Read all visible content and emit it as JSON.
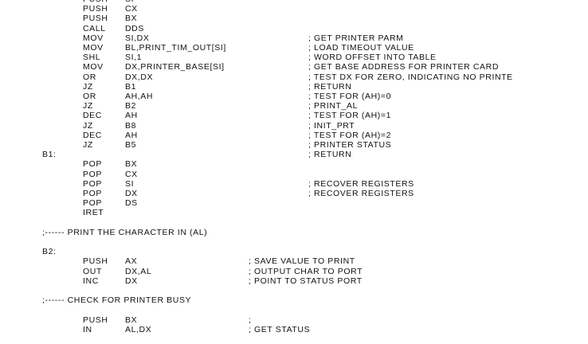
{
  "lines": [
    {
      "type": "ins",
      "op": "PUSH",
      "arg": "SI",
      "cmt": ""
    },
    {
      "type": "ins",
      "op": "PUSH",
      "arg": "CX",
      "cmt": ""
    },
    {
      "type": "ins",
      "op": "PUSH",
      "arg": "BX",
      "cmt": ""
    },
    {
      "type": "ins",
      "op": "CALL",
      "arg": "DDS",
      "cmt": ""
    },
    {
      "type": "ins",
      "op": "MOV",
      "arg": "SI,DX",
      "cmt": "; GET PRINTER PARM"
    },
    {
      "type": "ins",
      "op": "MOV",
      "arg": "BL,PRINT_TIM_OUT[SI]",
      "cmt": "; LOAD TIMEOUT VALUE"
    },
    {
      "type": "ins",
      "op": "SHL",
      "arg": "SI,1",
      "cmt": "; WORD OFFSET INTO TABLE"
    },
    {
      "type": "ins",
      "op": "MOV",
      "arg": "DX,PRINTER_BASE[SI]",
      "cmt": "; GET BASE ADDRESS FOR PRINTER CARD"
    },
    {
      "type": "ins",
      "op": "OR",
      "arg": "DX,DX",
      "cmt": "; TEST DX FOR ZERO, INDICATING NO PRINTE"
    },
    {
      "type": "ins",
      "op": "JZ",
      "arg": "B1",
      "cmt": "; RETURN"
    },
    {
      "type": "ins",
      "op": "OR",
      "arg": "AH,AH",
      "cmt": "; TEST FOR (AH)=0"
    },
    {
      "type": "ins",
      "op": "JZ",
      "arg": "B2",
      "cmt": "; PRINT_AL"
    },
    {
      "type": "ins",
      "op": "DEC",
      "arg": "AH",
      "cmt": "; TEST FOR (AH)=1"
    },
    {
      "type": "ins",
      "op": "JZ",
      "arg": "B8",
      "cmt": "; INIT_PRT"
    },
    {
      "type": "ins",
      "op": "DEC",
      "arg": "AH",
      "cmt": "; TEST FOR (AH)=2"
    },
    {
      "type": "ins",
      "op": "JZ",
      "arg": "B5",
      "cmt": "; PRINTER STATUS"
    },
    {
      "type": "label",
      "lbl": "B1:",
      "cmt": "; RETURN"
    },
    {
      "type": "ins",
      "op": "POP",
      "arg": "BX",
      "cmt": ""
    },
    {
      "type": "ins",
      "op": "POP",
      "arg": "CX",
      "cmt": ""
    },
    {
      "type": "ins",
      "op": "POP",
      "arg": "SI",
      "cmt": "; RECOVER REGISTERS"
    },
    {
      "type": "ins",
      "op": "POP",
      "arg": "DX",
      "cmt": "; RECOVER REGISTERS"
    },
    {
      "type": "ins",
      "op": "POP",
      "arg": "DS",
      "cmt": ""
    },
    {
      "type": "ins",
      "op": "IRET",
      "arg": "",
      "cmt": ""
    },
    {
      "type": "blank"
    },
    {
      "type": "full",
      "text": ";------ PRINT THE CHARACTER IN (AL)"
    },
    {
      "type": "blank"
    },
    {
      "type": "label",
      "lbl": "B2:",
      "cmt": ""
    },
    {
      "type": "ins2",
      "op": "PUSH",
      "arg": "AX",
      "cmt": "; SAVE VALUE TO PRINT"
    },
    {
      "type": "ins2",
      "op": "OUT",
      "arg": "DX,AL",
      "cmt": "; OUTPUT CHAR TO PORT"
    },
    {
      "type": "ins2",
      "op": "INC",
      "arg": "DX",
      "cmt": "; POINT TO STATUS PORT"
    },
    {
      "type": "blank"
    },
    {
      "type": "full",
      "text": ";------ CHECK FOR PRINTER BUSY"
    },
    {
      "type": "blank"
    },
    {
      "type": "ins2",
      "op": "PUSH",
      "arg": "BX",
      "cmt": ";"
    },
    {
      "type": "ins2",
      "op": "IN",
      "arg": "AL,DX",
      "cmt": "; GET STATUS"
    }
  ]
}
